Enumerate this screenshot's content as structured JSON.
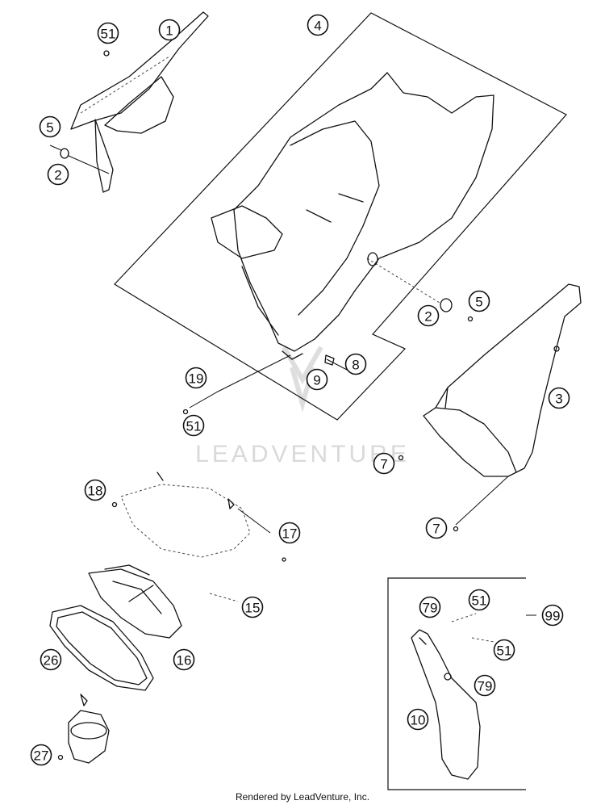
{
  "callouts": [
    {
      "label": "1"
    },
    {
      "label": "51"
    },
    {
      "label": "5"
    },
    {
      "label": "2"
    },
    {
      "label": "4"
    },
    {
      "label": "2"
    },
    {
      "label": "5"
    },
    {
      "label": "3"
    },
    {
      "label": "8"
    },
    {
      "label": "9"
    },
    {
      "label": "19"
    },
    {
      "label": "51"
    },
    {
      "label": "7"
    },
    {
      "label": "7"
    },
    {
      "label": "18"
    },
    {
      "label": "17"
    },
    {
      "label": "15"
    },
    {
      "label": "16"
    },
    {
      "label": "26"
    },
    {
      "label": "27"
    },
    {
      "label": "79"
    },
    {
      "label": "51"
    },
    {
      "label": "99"
    },
    {
      "label": "51"
    },
    {
      "label": "79"
    },
    {
      "label": "10"
    }
  ],
  "watermark": {
    "text": "LEADVENTURE"
  },
  "footer": {
    "text": "Rendered by LeadVenture, Inc."
  }
}
